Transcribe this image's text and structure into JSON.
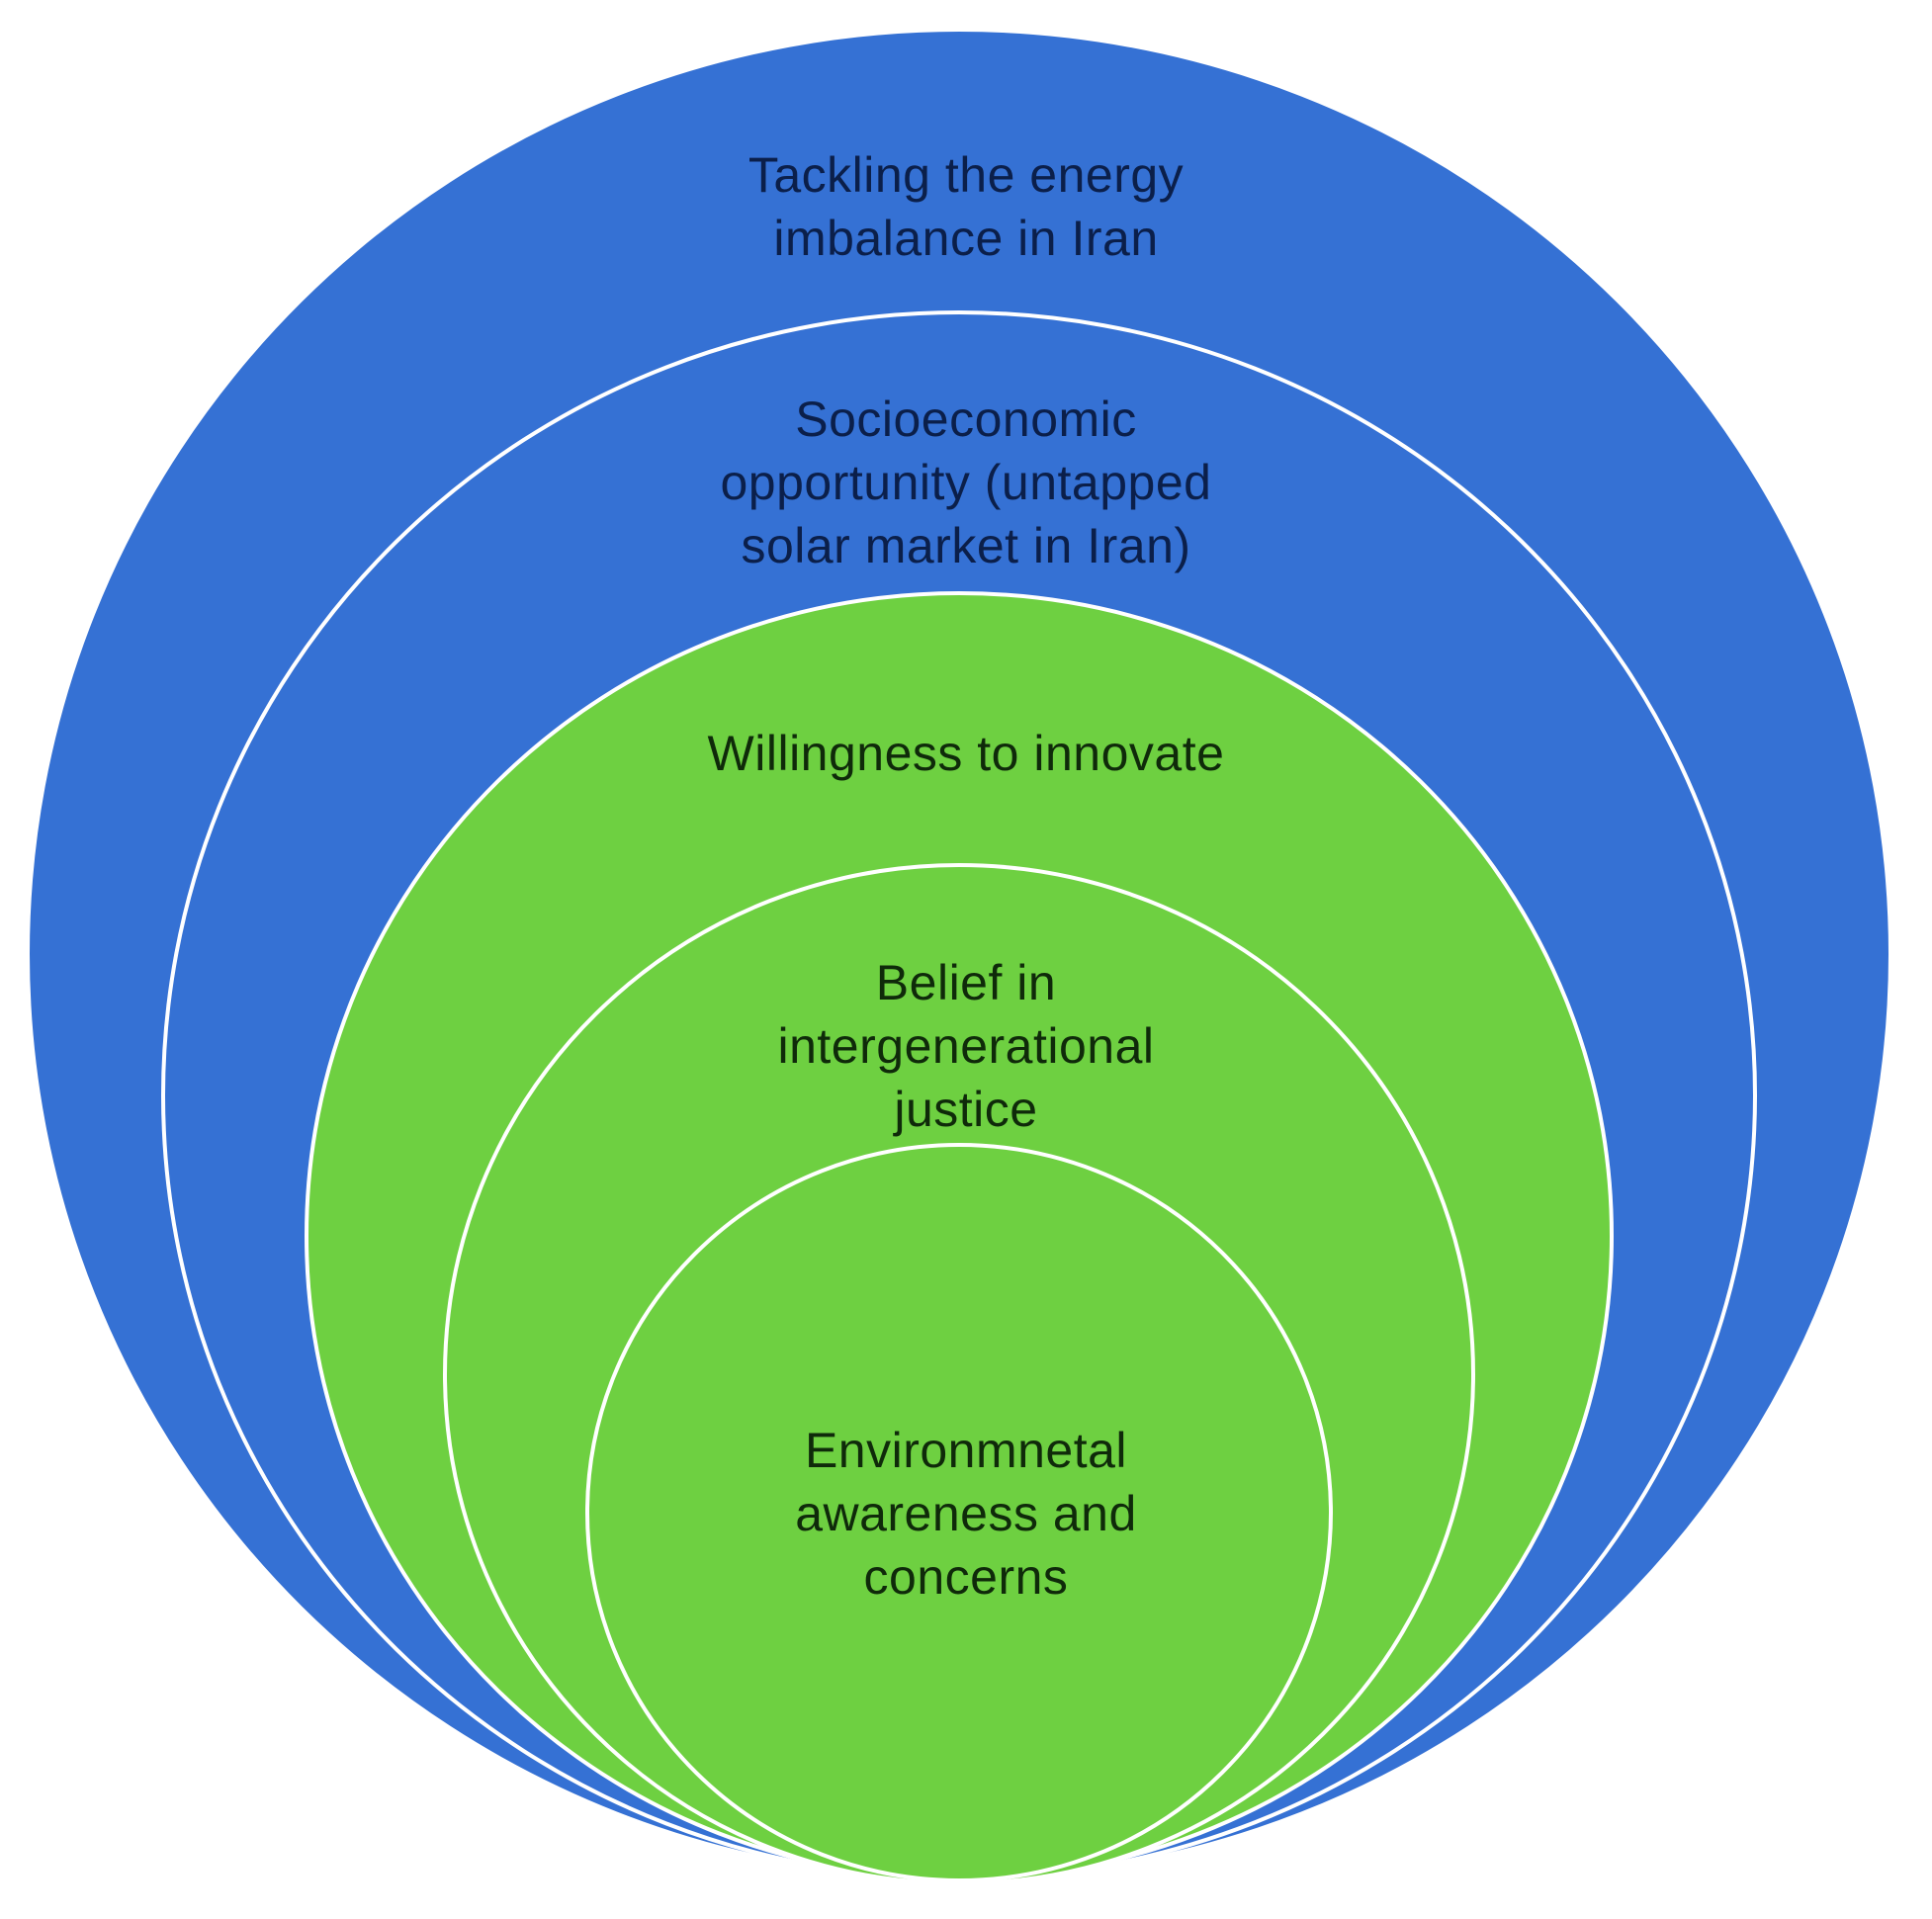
{
  "diagram": {
    "colors": {
      "outer_fill": "#3571d4",
      "inner_fill": "#6ed041",
      "ring_border": "#ffffff",
      "outer_text": "#0b1f4a",
      "inner_text": "#0f2a0a"
    },
    "rings": [
      {
        "lines": [
          "Tackling the energy",
          "imbalance in Iran"
        ],
        "fill": "outer"
      },
      {
        "lines": [
          "Socioeconomic",
          "opportunity (untapped",
          "solar market in Iran)"
        ],
        "fill": "outer"
      },
      {
        "lines": [
          "Willingness to innovate"
        ],
        "fill": "inner"
      },
      {
        "lines": [
          "Belief in",
          "intergenerational",
          "justice"
        ],
        "fill": "inner"
      },
      {
        "lines": [
          "Environmnetal",
          "awareness and",
          "concerns"
        ],
        "fill": "inner"
      }
    ]
  }
}
